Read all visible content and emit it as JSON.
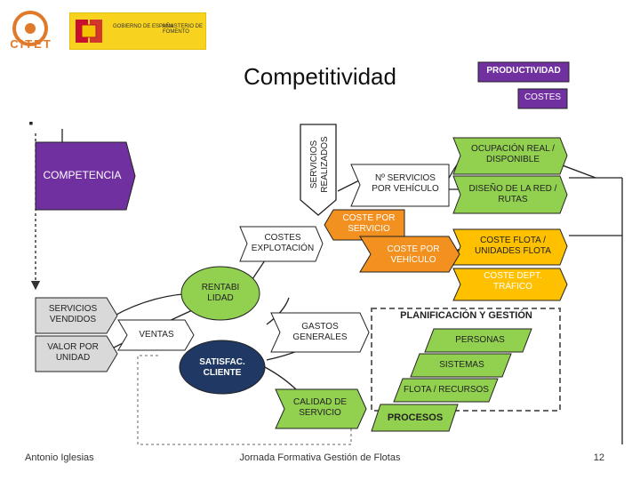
{
  "header": {
    "logo_text": "CITET",
    "gov_left": "GOBIERNO DE ESPAÑA",
    "gov_right": "MINISTERIO DE FOMENTO"
  },
  "title": "Competitividad",
  "bullet": "▪",
  "boxes": {
    "productividad": "PRODUCTIVIDAD",
    "costes": "COSTES",
    "competencia": "COMPETENCIA",
    "servicios_realizados": "SERVICIOS REALIZADOS",
    "ocupacion": "OCUPACIÓN REAL / DISPONIBLE",
    "n_servicios": "Nº SERVICIOS POR VEHÍCULO",
    "diseno_red": "DISEÑO DE LA RED / RUTAS",
    "coste_servicio": "COSTE POR SERVICIO",
    "costes_explotacion": "COSTES EXPLOTACIÓN",
    "coste_flota": "COSTE FLOTA / UNIDADES FLOTA",
    "coste_vehiculo": "COSTE POR VEHÍCULO",
    "coste_dept": "COSTE DEPT. TRÁFICO",
    "rentabilidad": "RENTABI LIDAD",
    "servicios_vendidos": "SERVICIOS VENDIDOS",
    "ventas": "VENTAS",
    "gastos_generales": "GASTOS GENERALES",
    "planificacion": "PLANIFICACIÓN Y GESTIÓN",
    "valor_unidad": "VALOR POR UNIDAD",
    "personas": "PERSONAS",
    "satisfaccion": "SATISFAC. CLIENTE",
    "sistemas": "SISTEMAS",
    "flota_recursos": "FLOTA / RECURSOS",
    "calidad_servicio": "CALIDAD DE SERVICIO",
    "procesos": "PROCESOS"
  },
  "footer": {
    "author": "Antonio Iglesias",
    "event": "Jornada Formativa Gestión de Flotas",
    "page": "12"
  },
  "colors": {
    "purple": "#7030a0",
    "green": "#92d050",
    "orange": "#f29020",
    "yellow": "#ffc000",
    "navy": "#1f3864",
    "grey": "#d9d9d9",
    "citet_orange": "#e07a2a",
    "gov_yellow": "#f7d21e"
  }
}
